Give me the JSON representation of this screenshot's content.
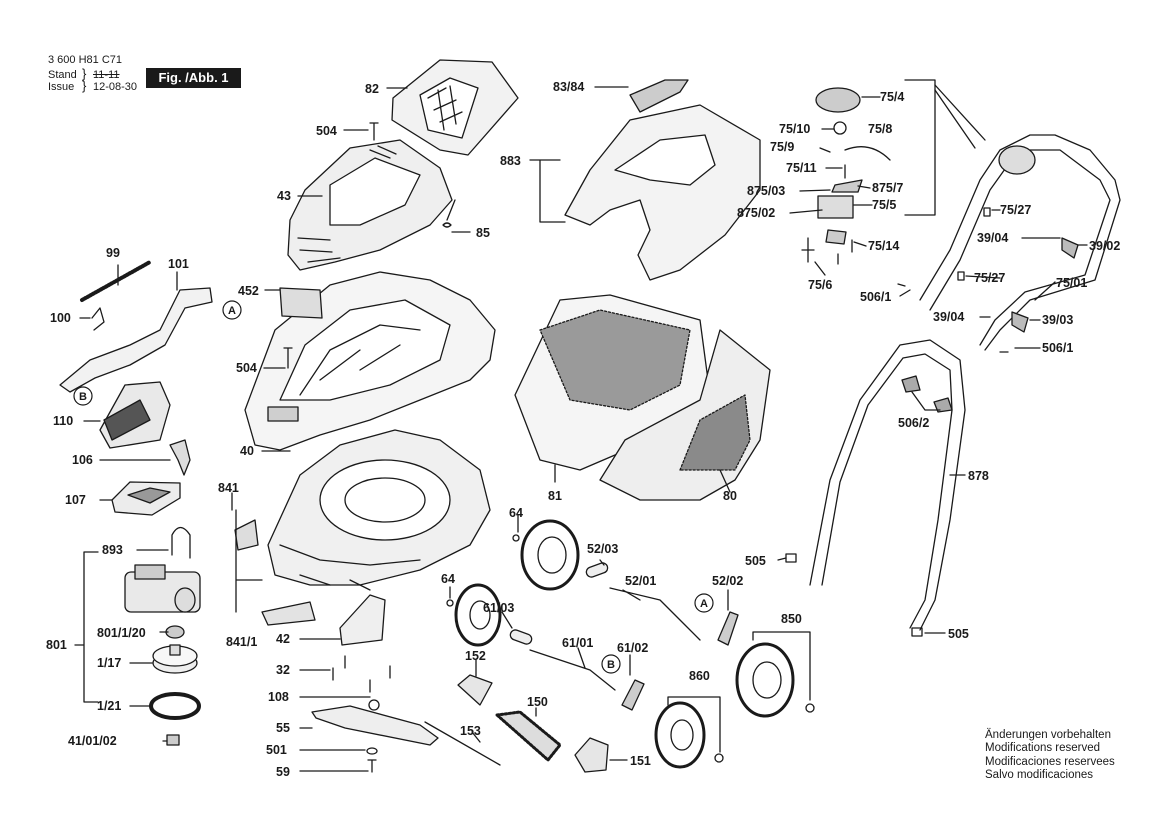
{
  "header": {
    "doc_number": "3 600 H81 C71",
    "stand_label": "Stand",
    "stand_value": "11-11",
    "issue_label": "Issue",
    "issue_value": "12-08-30",
    "figure_label": "Fig. /Abb. 1"
  },
  "labels": {
    "l82": "82",
    "l504a": "504",
    "l43": "43",
    "l85": "85",
    "l452": "452",
    "l504b": "504",
    "l40": "40",
    "l99": "99",
    "l101": "101",
    "l100": "100",
    "l110": "110",
    "l106": "106",
    "l107": "107",
    "l841": "841",
    "l893": "893",
    "l801": "801",
    "l801_1_20": "801/1/20",
    "l1_17": "1/17",
    "l1_21": "1/21",
    "l41_01_02": "41/01/02",
    "l841_1": "841/1",
    "l42": "42",
    "l32": "32",
    "l108": "108",
    "l55": "55",
    "l501": "501",
    "l59": "59",
    "l83_84": "83/84",
    "l883": "883",
    "l81": "81",
    "l80": "80",
    "l64a": "64",
    "l52_03": "52/03",
    "l64b": "64",
    "l61_03": "61/03",
    "l52_01": "52/01",
    "l52_02": "52/02",
    "l61_01": "61/01",
    "l152": "152",
    "l61_02": "61/02",
    "l150": "150",
    "l153": "153",
    "l151": "151",
    "l860": "860",
    "l850": "850",
    "l75_4": "75/4",
    "l75_10": "75/10",
    "l75_8": "75/8",
    "l75_9": "75/9",
    "l75_11": "75/11",
    "l875_03": "875/03",
    "l875_7": "875/7",
    "l875_02": "875/02",
    "l75_5": "75/5",
    "l75_14": "75/14",
    "l75_6": "75/6",
    "l506_1a": "506/1",
    "l75_27a": "75/27",
    "l39_04a": "39/04",
    "l39_02": "39/02",
    "l75_27b": "75/27",
    "l75_01": "75/01",
    "l39_04b": "39/04",
    "l39_03": "39/03",
    "l506_1b": "506/1",
    "l506_2": "506/2",
    "l878": "878",
    "l505a": "505",
    "l505b": "505"
  },
  "callouts": {
    "a1": "A",
    "b1": "B",
    "a2": "A",
    "b2": "B"
  },
  "notice": [
    "Änderungen vorbehalten",
    "Modifications reserved",
    "Modificaciones reservees",
    "Salvo modificaciones"
  ]
}
